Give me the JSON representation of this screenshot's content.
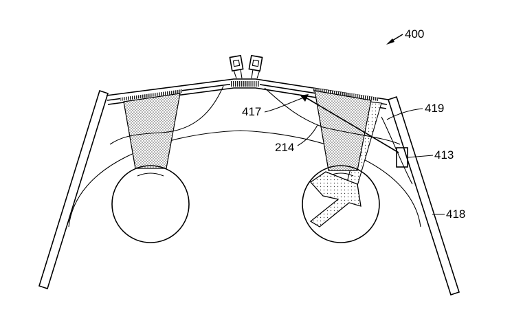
{
  "figure": {
    "labels": {
      "fig_number": "400",
      "combiner": "417",
      "display_element": "214",
      "eye_tracker": "413",
      "frame": "418",
      "light_ray": "419"
    },
    "colors": {
      "line": "#000000",
      "background": "#ffffff",
      "dense_stipple": "#9a9a9a",
      "light_stipple": "#c8c8c8"
    },
    "icons": [
      "camera-icon",
      "eye-icon"
    ]
  }
}
